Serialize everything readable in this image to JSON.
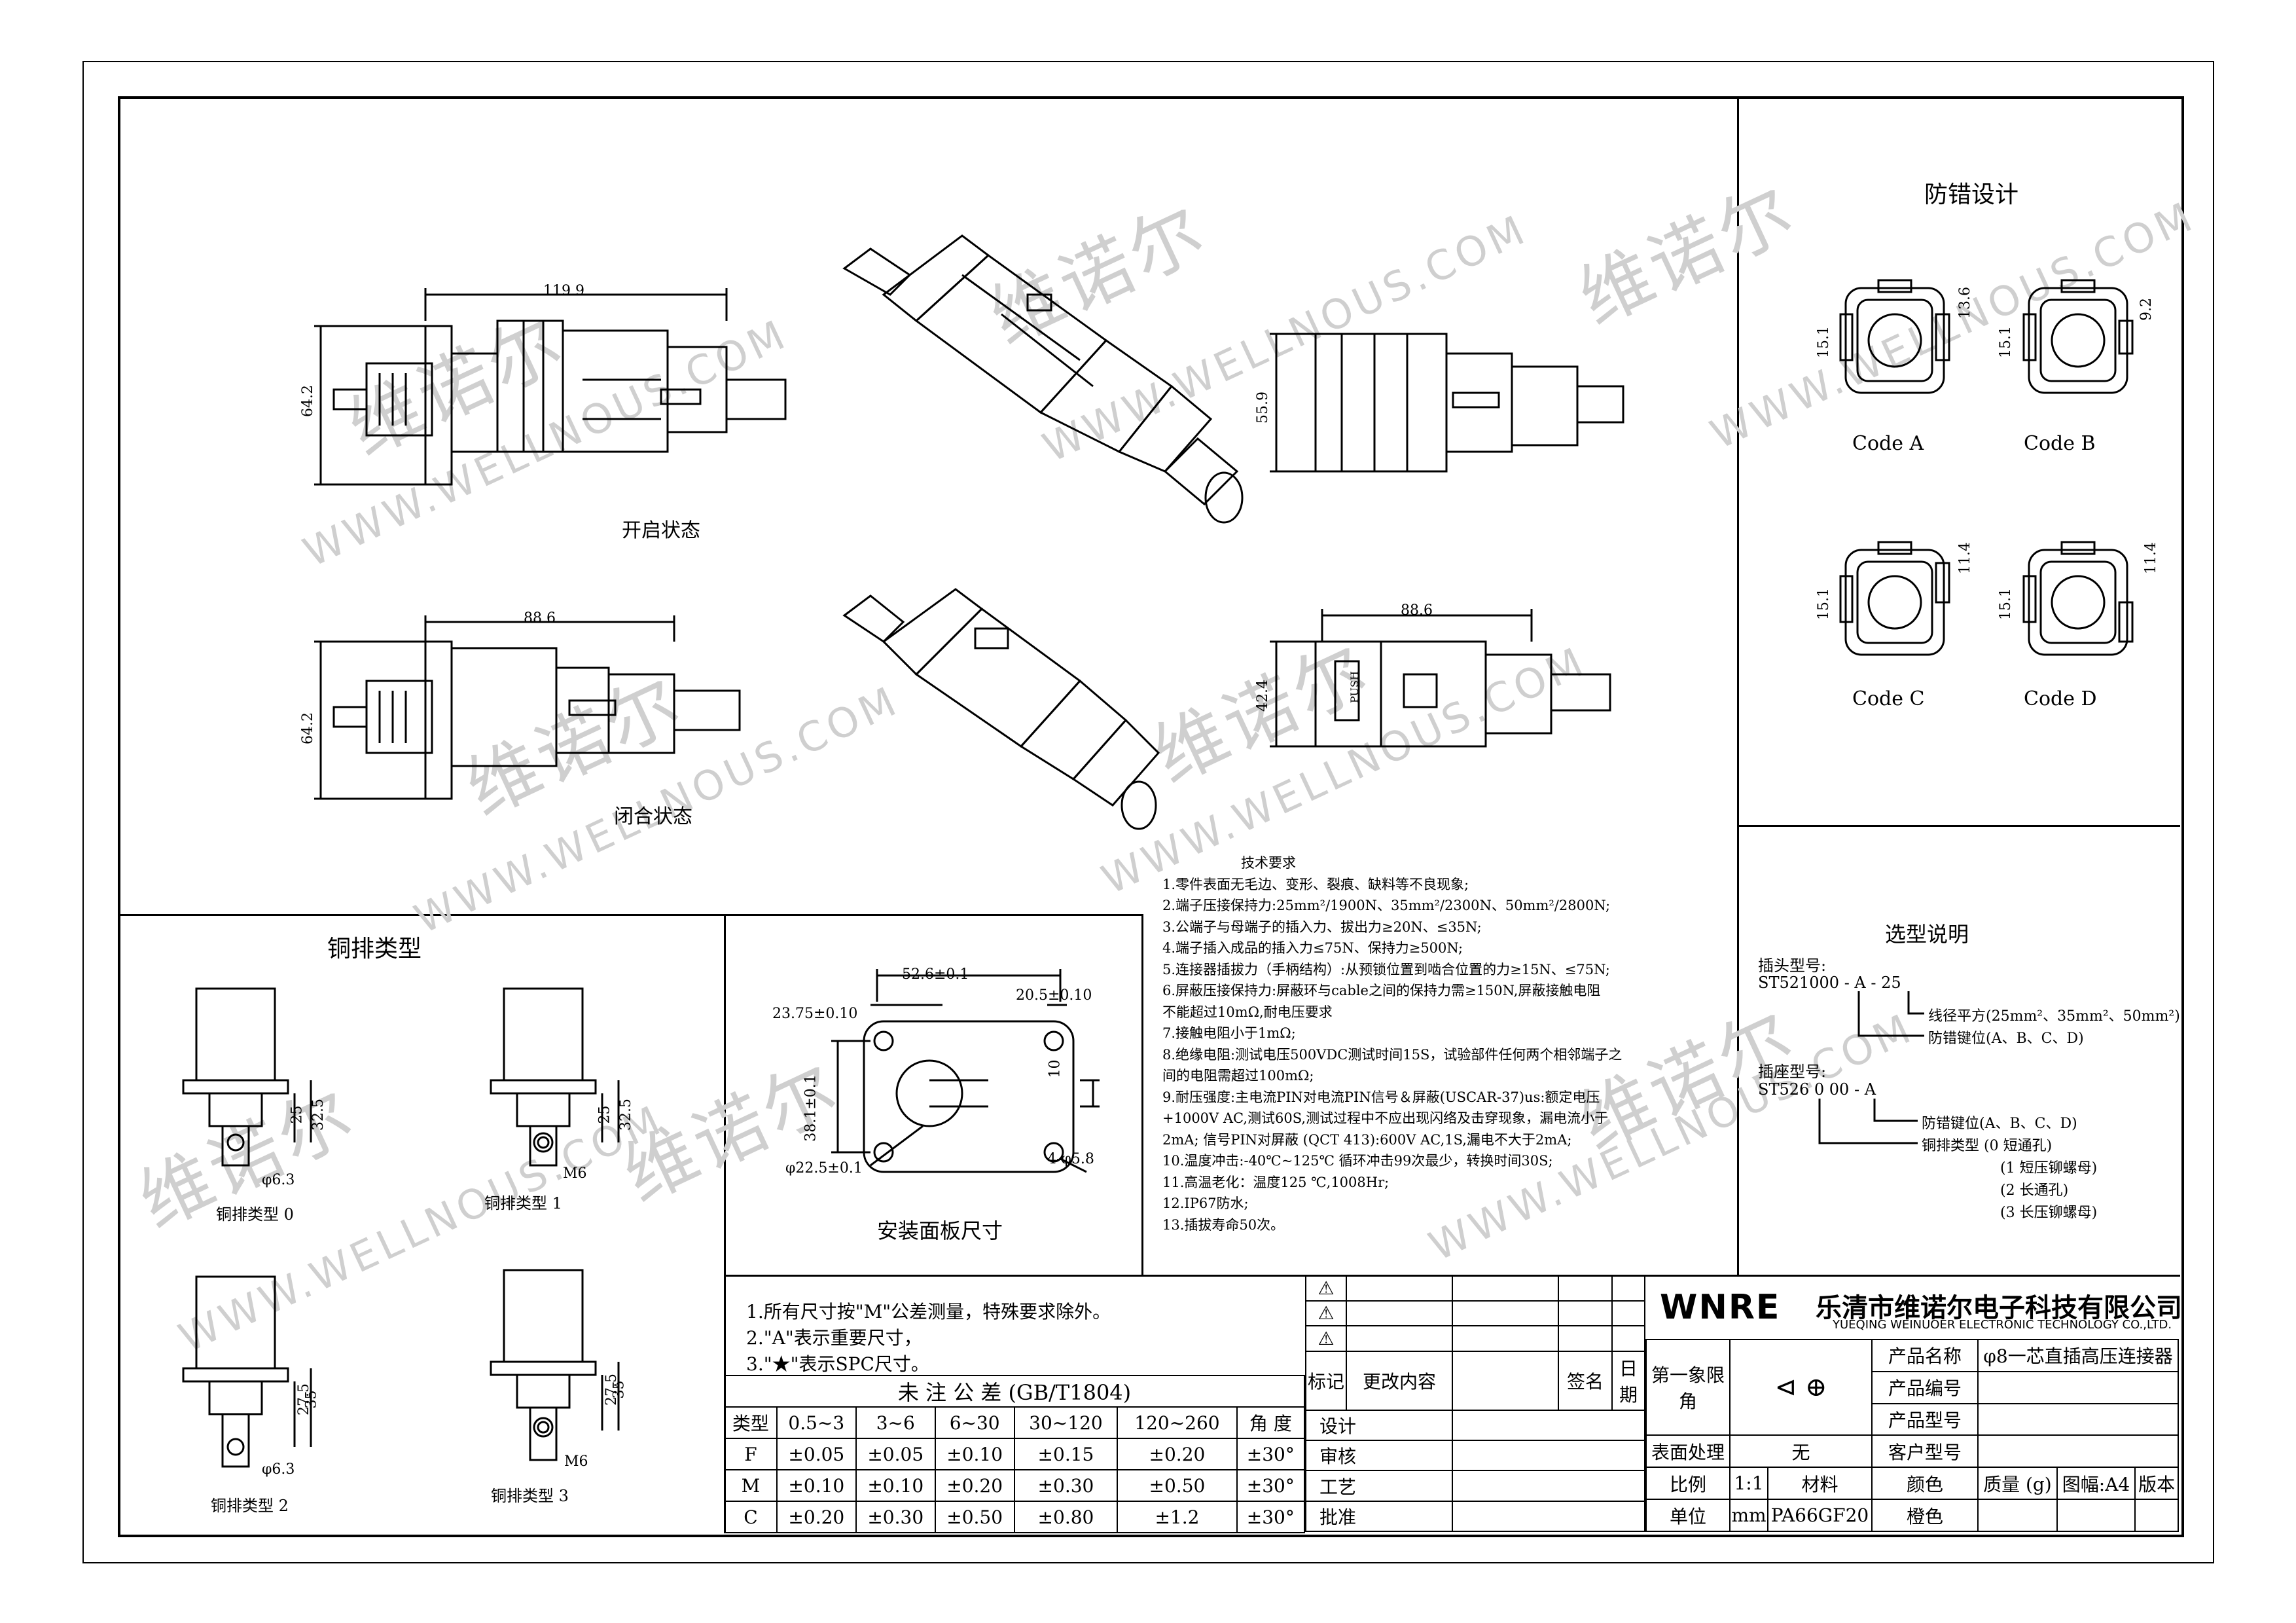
{
  "watermark": {
    "cn": "维诺尔",
    "en": "WWW.WELLNOUS.COM"
  },
  "views": {
    "open_label": "开启状态",
    "closed_label": "闭合状态",
    "dims": {
      "open_width": "119.9",
      "open_height": "64.2",
      "closed_width": "88.6",
      "closed_height": "64.2",
      "side_height": "55.9",
      "top_width": "88.6",
      "top_height": "42.4"
    },
    "push_text": "PUSH"
  },
  "mistake_proof": {
    "title": "防错设计",
    "codes": [
      {
        "label": "Code  A",
        "d1": "15.1",
        "d2": "13.6"
      },
      {
        "label": "Code  B",
        "d1": "15.1",
        "d2": "9.2"
      },
      {
        "label": "Code  C",
        "d1": "15.1",
        "d2": "11.4"
      },
      {
        "label": "Code  D",
        "d1": "15.1",
        "d2": "11.4"
      }
    ]
  },
  "busbar": {
    "title": "铜排类型",
    "types": [
      {
        "label": "铜排类型 0",
        "d_a": "25",
        "d_b": "32.5",
        "hole": "φ6.3"
      },
      {
        "label": "铜排类型 1",
        "d_a": "25",
        "d_b": "32.5",
        "hole": "M6"
      },
      {
        "label": "铜排类型 2",
        "d_a": "27.5",
        "d_b": "35",
        "hole": "φ6.3"
      },
      {
        "label": "铜排类型 3",
        "d_a": "27.5",
        "d_b": "35",
        "hole": "M6"
      }
    ]
  },
  "panel": {
    "title": "安装面板尺寸",
    "dims": {
      "w1": "52.6±0.1",
      "w2": "23.75±0.10",
      "w3": "20.5±0.10",
      "h1": "38.1±0.1",
      "h2": "10",
      "dia": "φ22.5±0.1",
      "holes": "4-φ5.8"
    }
  },
  "tech": {
    "title": "技术要求",
    "lines": [
      "1.零件表面无毛边、变形、裂痕、缺料等不良现象;",
      "2.端子压接保持力:25mm²/1900N、35mm²/2300N、50mm²/2800N;",
      "3.公端子与母端子的插入力、拔出力≥20N、≤35N;",
      "4.端子插入成品的插入力≤75N、保持力≥500N;",
      "5.连接器插拔力（手柄结构）:从预锁位置到啮合位置的力≥15N、≤75N;",
      "6.屏蔽压接保持力:屏蔽环与cable之间的保持力需≥150N,屏蔽接触电阻",
      "不能超过10mΩ,耐电压要求",
      "7.接触电阻小于1mΩ;",
      "8.绝缘电阻:测试电压500VDC测试时间15S，试验部件任何两个相邻端子之",
      "间的电阻需超过100mΩ;",
      "9.耐压强度:主电流PIN对电流PIN信号＆屏蔽(USCAR-37)us:额定电压",
      "+1000V AC,测试60S,测试过程中不应出现闪络及击穿现象，漏电流小于",
      "2mA; 信号PIN对屏蔽 (QCT 413):600V AC,1S,漏电不大于2mA;",
      "10.温度冲击:-40℃~125℃ 循环冲击99次最少，转换时间30S;",
      "11.高温老化：温度125 ℃,1008Hr;",
      "12.IP67防水;",
      "13.插拔寿命50次。"
    ]
  },
  "selection": {
    "title": "选型说明",
    "plug_label": "插头型号:",
    "plug_model": "ST521000 - A - 25",
    "plug_n1": "线径平方(25mm²、35mm²、50mm²)",
    "plug_n2": "防错键位(A、B、C、D)",
    "socket_label": "插座型号:",
    "socket_model": "ST526 0 00 - A",
    "socket_n1": "防错键位(A、B、C、D)",
    "socket_n2": "铜排类型 (0 短通孔)",
    "socket_n3": "(1 短压铆螺母)",
    "socket_n4": "(2 长通孔)",
    "socket_n5": "(3 长压铆螺母)"
  },
  "notes": {
    "n1": "1.所有尺寸按\"M\"公差测量，特殊要求除外。",
    "n2": "2.\"A\"表示重要尺寸，",
    "n3": "3.\"★\"表示SPC尺寸。"
  },
  "tolerance": {
    "title": "未 注 公 差 (GB/T1804)",
    "header": [
      "类型",
      "0.5~3",
      "3~6",
      "6~30",
      "30~120",
      "120~260",
      "角 度"
    ],
    "rows": [
      [
        "F",
        "±0.05",
        "±0.05",
        "±0.10",
        "±0.15",
        "±0.20",
        "±30°"
      ],
      [
        "M",
        "±0.10",
        "±0.10",
        "±0.20",
        "±0.30",
        "±0.50",
        "±30°"
      ],
      [
        "C",
        "±0.20",
        "±0.30",
        "±0.50",
        "±0.80",
        "±1.2",
        "±30°"
      ]
    ]
  },
  "revision": {
    "mark": "标记",
    "change": "更改内容",
    "sign": "签名",
    "date": "日期",
    "design": "设计",
    "review": "审核",
    "process": "工艺",
    "approve": "批准"
  },
  "titleblock": {
    "logo": "WNRE",
    "company_cn": "乐清市维诺尔电子科技有限公司",
    "company_en": "YUEQING WEINUOER ELECTRONIC TECHNOLOGY CO.,LTD.",
    "projection": "第一象限角",
    "product_name_label": "产品名称",
    "product_name": "φ8一芯直插高压连接器",
    "product_no_label": "产品编号",
    "product_model_label": "产品型号",
    "customer_model_label": "客户型号",
    "surface_label": "表面处理",
    "surface": "无",
    "scale_label": "比例",
    "scale": "1:1",
    "material_label": "材料",
    "color_label": "颜色",
    "weight_label": "质量 (g)",
    "size_label": "图幅:A4",
    "version_label": "版本",
    "unit_label": "单位",
    "unit": "mm",
    "material": "PA66GF20",
    "color": "橙色"
  }
}
